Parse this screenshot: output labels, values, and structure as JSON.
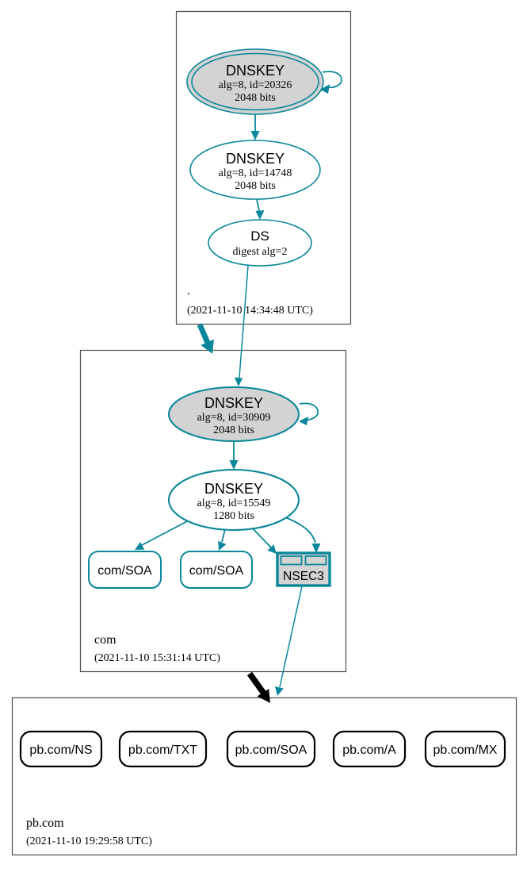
{
  "colors": {
    "secure": "#0a879a",
    "ksk-fill": "#d3d3d3",
    "edge-black": "#000000",
    "box-border": "#4d4d4d"
  },
  "zones": {
    "root": {
      "label": ".",
      "timestamp": "(2021-11-10 14:34:48 UTC)",
      "ksk": {
        "title": "DNSKEY",
        "line2": "alg=8, id=20326",
        "line3": "2048 bits"
      },
      "zsk": {
        "title": "DNSKEY",
        "line2": "alg=8, id=14748",
        "line3": "2048 bits"
      },
      "ds": {
        "title": "DS",
        "line2": "digest alg=2"
      }
    },
    "com": {
      "label": "com",
      "timestamp": "(2021-11-10 15:31:14 UTC)",
      "ksk": {
        "title": "DNSKEY",
        "line2": "alg=8, id=30909",
        "line3": "2048 bits"
      },
      "zsk": {
        "title": "DNSKEY",
        "line2": "alg=8, id=15549",
        "line3": "1280 bits"
      },
      "soa1": {
        "label": "com/SOA"
      },
      "soa2": {
        "label": "com/SOA"
      },
      "nsec3": {
        "label": "NSEC3"
      }
    },
    "pbcom": {
      "label": "pb.com",
      "timestamp": "(2021-11-10 19:29:58 UTC)",
      "rrsets": [
        {
          "label": "pb.com/NS"
        },
        {
          "label": "pb.com/TXT"
        },
        {
          "label": "pb.com/SOA"
        },
        {
          "label": "pb.com/A"
        },
        {
          "label": "pb.com/MX"
        }
      ]
    }
  }
}
